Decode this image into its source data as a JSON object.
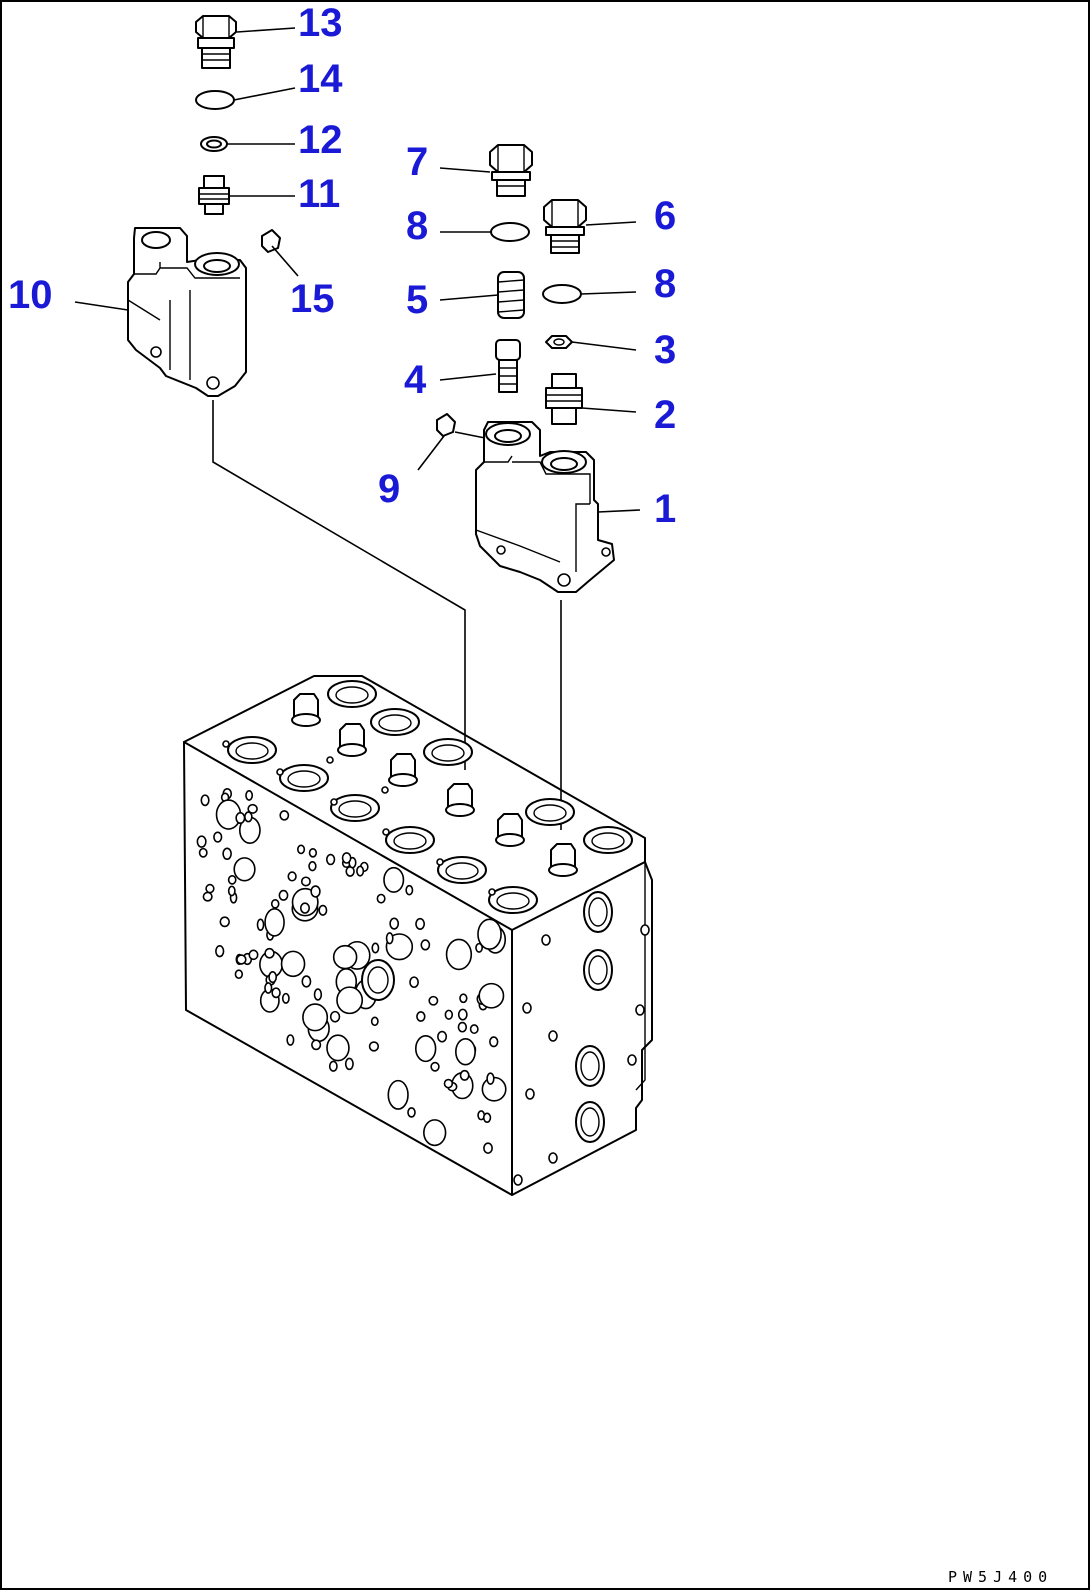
{
  "diagram": {
    "drawing_code": "PW5J400",
    "callouts": [
      "13",
      "14",
      "12",
      "11",
      "10",
      "15",
      "7",
      "8",
      "6",
      "8",
      "5",
      "3",
      "4",
      "2",
      "9",
      "1"
    ]
  },
  "colors": {
    "callout": "#1a1ad6",
    "line": "#000000",
    "background": "#ffffff"
  },
  "parts": [
    "plug-13",
    "o-ring-14",
    "ring-12",
    "fitting-11",
    "valve-body-10",
    "plug-15",
    "plug-7",
    "o-ring-8",
    "plug-6",
    "o-ring-8b",
    "spring-5",
    "nut-3",
    "spool-4",
    "fitting-2",
    "plug-9",
    "valve-body-1",
    "control-valve-block"
  ]
}
